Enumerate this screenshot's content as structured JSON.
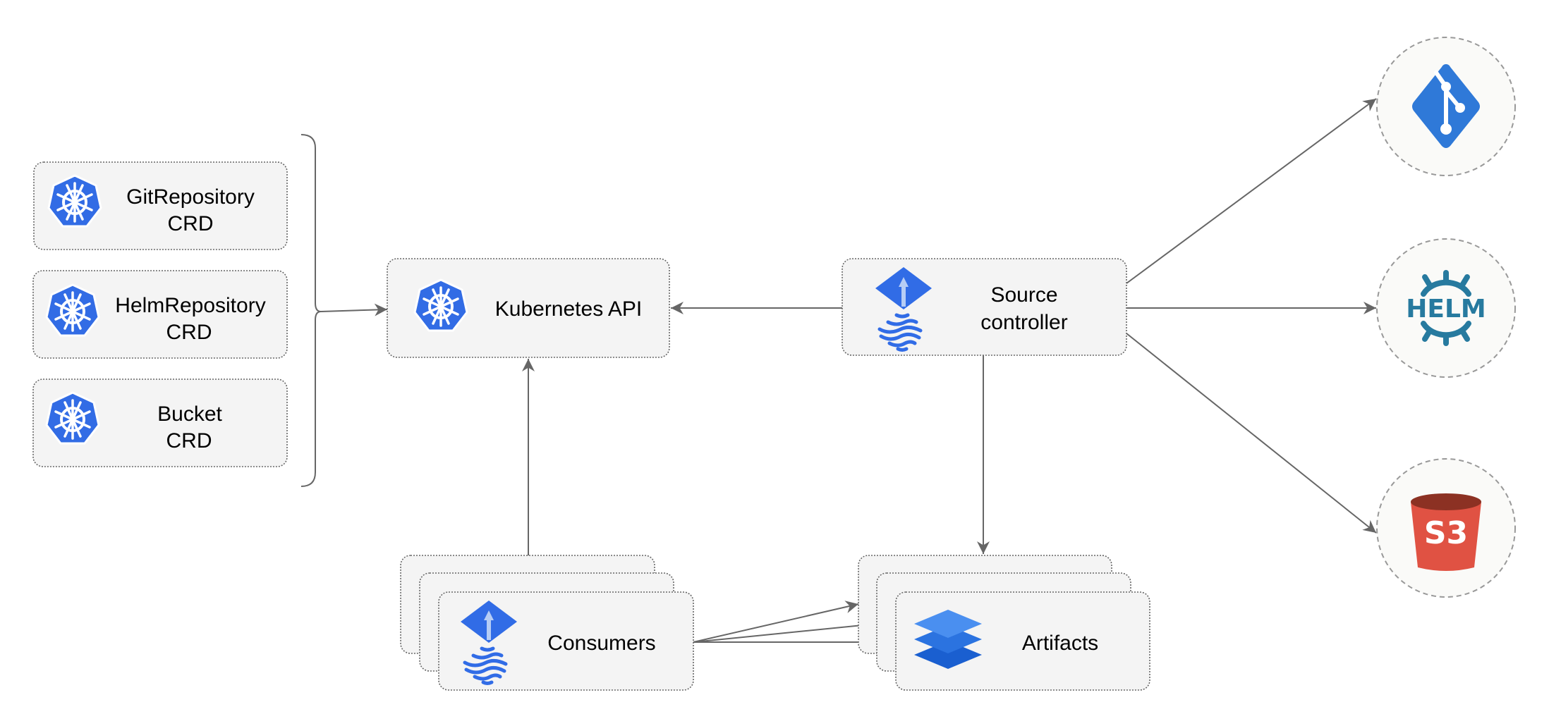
{
  "nodes": {
    "git_repository_crd": {
      "line1": "GitRepository",
      "line2": "CRD",
      "icon": "kubernetes-icon"
    },
    "helm_repository_crd": {
      "line1": "HelmRepository",
      "line2": "CRD",
      "icon": "kubernetes-icon"
    },
    "bucket_crd": {
      "line1": "Bucket",
      "line2": "CRD",
      "icon": "kubernetes-icon"
    },
    "kubernetes_api": {
      "label": "Kubernetes API",
      "icon": "kubernetes-icon"
    },
    "source_controller": {
      "line1": "Source",
      "line2": "controller",
      "icon": "flux-icon"
    },
    "consumers": {
      "label": "Consumers",
      "icon": "flux-icon"
    },
    "artifacts": {
      "label": "Artifacts",
      "icon": "layers-icon"
    },
    "git": {
      "icon": "git-icon"
    },
    "helm": {
      "icon": "helm-icon",
      "logo_text": "HELM"
    },
    "s3": {
      "icon": "s3-bucket-icon",
      "logo_text": "S3"
    }
  },
  "edges": [
    {
      "from": "crds",
      "to": "kubernetes_api"
    },
    {
      "from": "source_controller",
      "to": "kubernetes_api"
    },
    {
      "from": "consumers",
      "to": "kubernetes_api"
    },
    {
      "from": "source_controller",
      "to": "artifacts"
    },
    {
      "from": "source_controller",
      "to": "git"
    },
    {
      "from": "source_controller",
      "to": "helm"
    },
    {
      "from": "source_controller",
      "to": "s3"
    },
    {
      "from": "consumers",
      "to": "artifacts"
    }
  ],
  "colors": {
    "k8s_blue": "#326ce5",
    "flux_blue": "#316ce6",
    "git_blue": "#2f79d8",
    "helm_teal": "#277a9f",
    "s3_red": "#e05243",
    "s3_dark": "#8c3123"
  }
}
